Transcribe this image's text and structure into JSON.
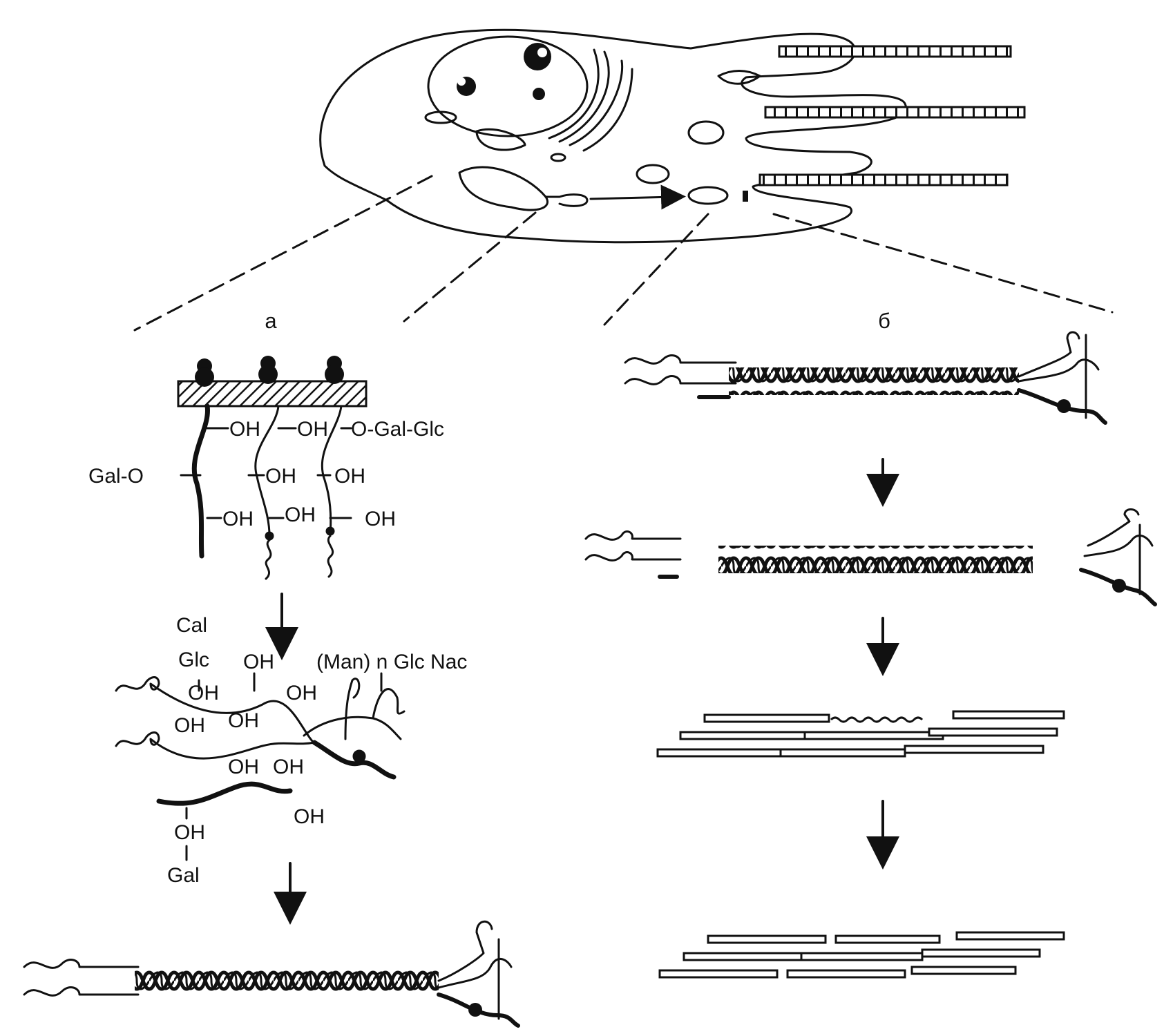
{
  "panels": {
    "a": "а",
    "b": "б"
  },
  "labels": {
    "oh": "OH",
    "o_gal_glc": "O-Gal-Glc",
    "gal_o": "Gal-O",
    "cal": "Cal",
    "glc": "Glc",
    "man_n_glc_nac": "(Man) n Glc Nac",
    "gal": "Gal"
  }
}
